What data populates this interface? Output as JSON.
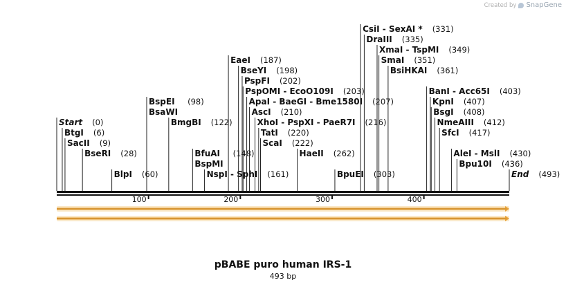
{
  "brand": {
    "created_by": "Created by",
    "name": "SnapGene"
  },
  "title": "pBABE puro human IRS-1",
  "subtitle": "493 bp",
  "length": 493,
  "ticks": [
    100,
    200,
    300,
    400
  ],
  "features": [
    {
      "name": "arrow-top",
      "start": 0,
      "end": 493,
      "color": "#e8a33a"
    },
    {
      "name": "arrow-bottom",
      "start": 0,
      "end": 493,
      "color": "#e8a33a"
    }
  ],
  "sites": [
    {
      "label": "Start",
      "pos": 0,
      "italic": true,
      "row": 6
    },
    {
      "label": "BtgI",
      "pos": 6,
      "row": 5
    },
    {
      "label": "SacII",
      "pos": 9,
      "row": 4
    },
    {
      "label": "BseRI",
      "pos": 28,
      "row": 3
    },
    {
      "label": "BlpI",
      "pos": 60,
      "row": 1
    },
    {
      "label": "BspEI",
      "pos": 98,
      "row": 8,
      "label2": "BsaWI"
    },
    {
      "label": "BmgBI",
      "pos": 122,
      "row": 6
    },
    {
      "label": "BfuAI",
      "pos": 148,
      "row": 3,
      "label2": "BspMI"
    },
    {
      "label": "NspI  -  SphI",
      "pos": 161,
      "row": 1
    },
    {
      "label": "EaeI",
      "pos": 187,
      "row": 12
    },
    {
      "label": "BseYI",
      "pos": 198,
      "row": 11
    },
    {
      "label": "PspFI",
      "pos": 202,
      "row": 10
    },
    {
      "label": "PspOMI  -  EcoO109I",
      "pos": 203,
      "row": 9
    },
    {
      "label": "ApaI  -  BaeGI  -  Bme1580I",
      "pos": 207,
      "row": 8
    },
    {
      "label": "AscI",
      "pos": 210,
      "row": 7
    },
    {
      "label": "XhoI  -  PspXI  -  PaeR7I",
      "pos": 216,
      "row": 6
    },
    {
      "label": "TatI",
      "pos": 220,
      "row": 5
    },
    {
      "label": "ScaI",
      "pos": 222,
      "row": 4
    },
    {
      "label": "HaeII",
      "pos": 262,
      "row": 3
    },
    {
      "label": "BpuEI",
      "pos": 303,
      "row": 1
    },
    {
      "label": "CsiI  -  SexAI *",
      "pos": 331,
      "row": 15
    },
    {
      "label": "DraIII",
      "pos": 335,
      "row": 14
    },
    {
      "label": "XmaI  -  TspMI",
      "pos": 349,
      "row": 13
    },
    {
      "label": "SmaI",
      "pos": 351,
      "row": 12
    },
    {
      "label": "BsiHKAI",
      "pos": 361,
      "row": 11
    },
    {
      "label": "BanI  -  Acc65I",
      "pos": 403,
      "row": 9
    },
    {
      "label": "KpnI",
      "pos": 407,
      "row": 8
    },
    {
      "label": "BsgI",
      "pos": 408,
      "row": 7
    },
    {
      "label": "NmeAIII",
      "pos": 412,
      "row": 6
    },
    {
      "label": "SfcI",
      "pos": 417,
      "row": 5
    },
    {
      "label": "AleI  -  MslI",
      "pos": 430,
      "row": 3
    },
    {
      "label": "Bpu10I",
      "pos": 436,
      "row": 2
    },
    {
      "label": "End",
      "pos": 493,
      "italic": true,
      "row": 1
    }
  ]
}
